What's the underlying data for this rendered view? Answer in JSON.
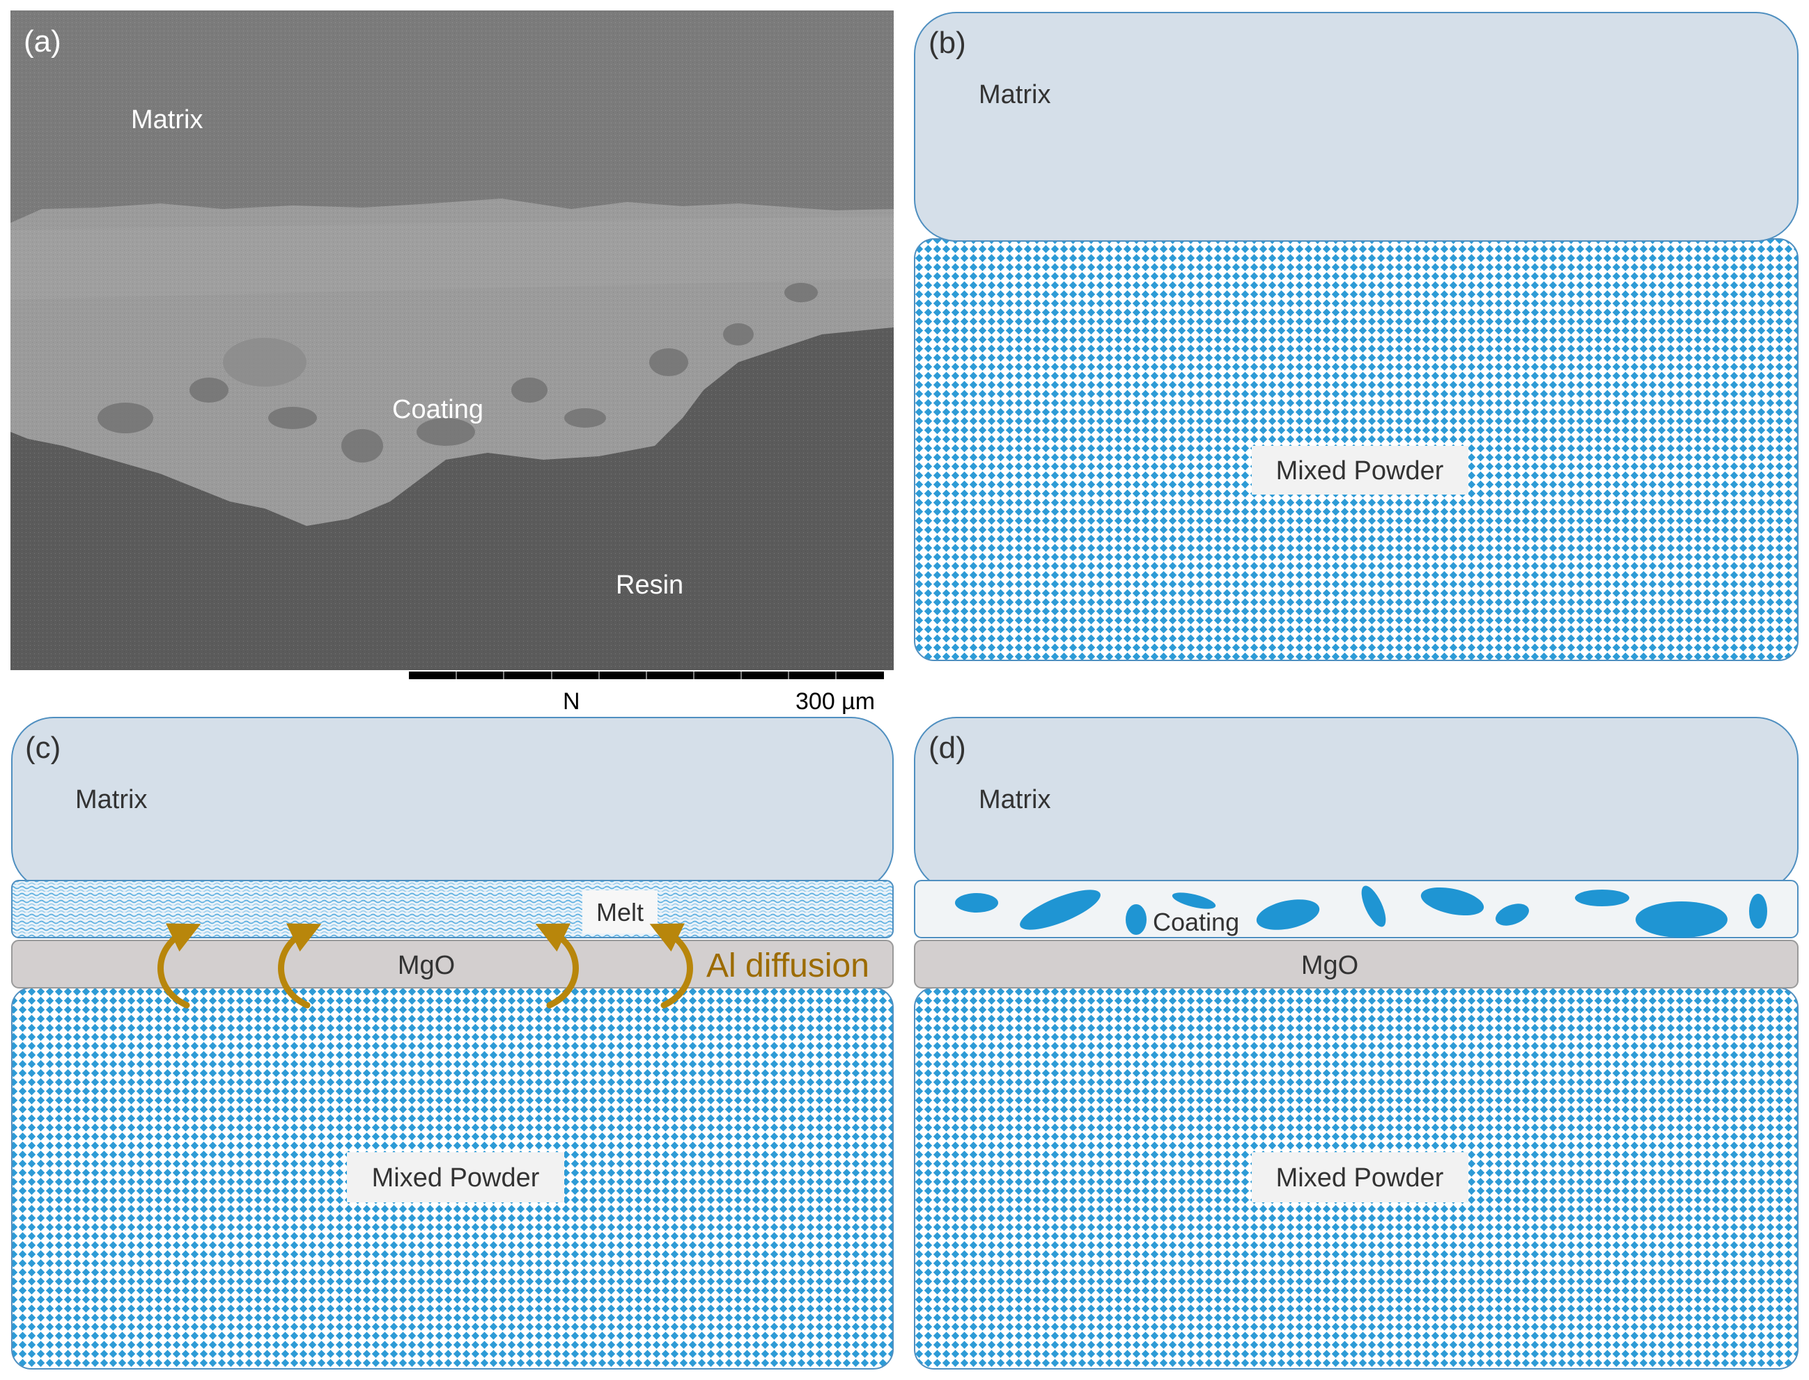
{
  "panels": {
    "a": {
      "tag": "(a)",
      "matrix": "Matrix",
      "coating": "Coating",
      "resin": "Resin",
      "scale_n": "N",
      "scale_value": "300 µm"
    },
    "b": {
      "tag": "(b)",
      "matrix": "Matrix",
      "powder": "Mixed Powder"
    },
    "c": {
      "tag": "(c)",
      "matrix": "Matrix",
      "melt": "Melt",
      "mgo": "MgO",
      "diffusion": "Al diffusion",
      "powder": "Mixed Powder"
    },
    "d": {
      "tag": "(d)",
      "matrix": "Matrix",
      "coating": "Coating",
      "mgo": "MgO",
      "powder": "Mixed Powder"
    }
  },
  "colors": {
    "matrix_fill": "#d5dfe9",
    "panel_border": "#4f8fc0",
    "powder_blue": "#2e9bd6",
    "mgo_fill": "#d3cfcf",
    "coating_fill": "#f1f4f6",
    "particle_blue": "#1f95d3",
    "arrow_gold": "#b8860b",
    "diffusion_text": "#9c6b00",
    "sem_matrix": "#7b7b7b",
    "sem_coating": "#9a9a9a",
    "sem_resin": "#5a5a5a"
  }
}
